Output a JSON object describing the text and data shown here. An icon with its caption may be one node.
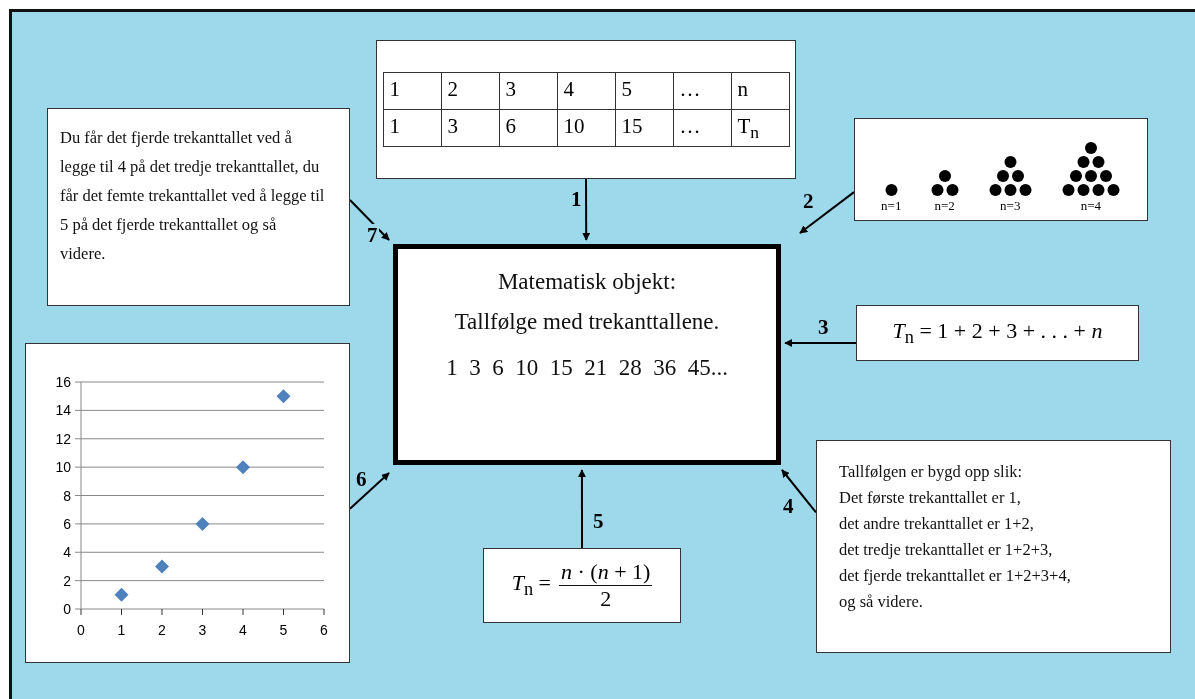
{
  "diagram": {
    "nodes": [
      {
        "text": [
          "Matematisk objekt:",
          "Tallfølge med trekanttallene.",
          "1  3  6  10  15  21  28  36  45..."
        ]
      },
      {
        "text": [
          "1",
          "2",
          "3",
          "4",
          "5",
          "…",
          "n",
          "1",
          "3",
          "6",
          "10",
          "15",
          "…",
          "T$_{n}$"
        ]
      },
      {
        "text": [
          "n=1",
          "n=2",
          "n=3",
          "n=4"
        ]
      },
      {
        "text": [
          "*T*$_{n}$ = 1 + 2 + 3 + . . . + *n*"
        ]
      },
      {
        "text": [
          "Tallfølgen er bygd opp slik:",
          "Det første trekanttallet er 1,",
          "det andre trekanttallet er 1+2,",
          "det tredje trekanttallet er 1+2+3,",
          "det fjerde trekanttallet er 1+2+3+4,",
          "og så videre."
        ]
      },
      {
        "text": [
          "*T*$_{n}$ =",
          "*n* · (*n* + 1)",
          "2"
        ]
      },
      {
        "text": [],
        "shape": "box"
      },
      {
        "text": [
          "Du får det fjerde trekanttallet ved å legge til 4 på det tredje trekanttallet, du får det femte trekanttallet ved å legge til 5 på det fjerde trekanttallet og så videre."
        ]
      }
    ],
    "edges": [
      {
        "from": 1,
        "to": 0,
        "arrow": "to",
        "label": "1"
      },
      {
        "from": 2,
        "to": 0,
        "arrow": "to",
        "label": "2"
      },
      {
        "from": 3,
        "to": 0,
        "arrow": "to",
        "label": "3"
      },
      {
        "from": 4,
        "to": 0,
        "arrow": "to",
        "label": "4"
      },
      {
        "from": 5,
        "to": 0,
        "arrow": "to",
        "label": "5"
      },
      {
        "from": 6,
        "to": 0,
        "arrow": "to",
        "label": "6"
      },
      {
        "from": 7,
        "to": 0,
        "arrow": "to",
        "label": "7"
      }
    ],
    "chart_data": {
      "type": "scatter",
      "x": [
        1,
        2,
        3,
        4,
        5
      ],
      "series": [
        {
          "color": "#4f81bd",
          "values": [
            1,
            3,
            6,
            10,
            15
          ]
        }
      ],
      "grid": true,
      "xlim": [
        0,
        6
      ],
      "ylim": [
        0,
        16
      ],
      "xticks": [
        0,
        1,
        2,
        3,
        4,
        5,
        6
      ],
      "yticks": [
        0,
        2,
        4,
        6,
        8,
        10,
        12,
        14,
        16
      ]
    }
  }
}
